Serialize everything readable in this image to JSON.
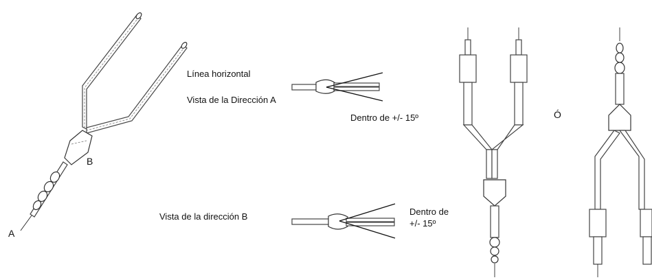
{
  "labels": {
    "point_a": "A",
    "point_b": "B",
    "horizontal_line": "Línea horizontal",
    "view_direction_a": "Vista de la Dirección A",
    "within_a": "Dentro de +/- 15º",
    "view_direction_b": "Vista de la dirección B",
    "within_b_line1": "Dentro de",
    "within_b_line2": "+/- 15º",
    "or": "Ó"
  }
}
